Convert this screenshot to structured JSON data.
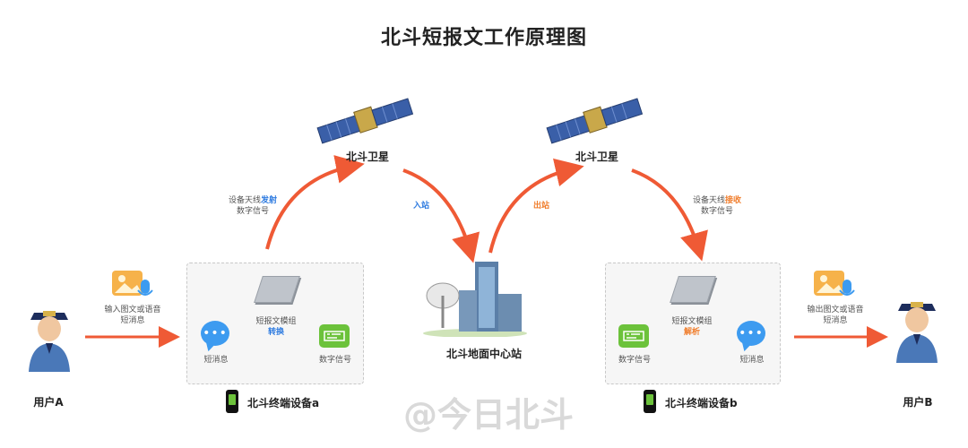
{
  "title": "北斗短报文工作原理图",
  "satellite_left": {
    "label": "北斗卫星"
  },
  "satellite_right": {
    "label": "北斗卫星"
  },
  "arrow_labels": {
    "uplink_line1_prefix": "设备天线",
    "uplink_line1_highlight": "发射",
    "uplink_line2": "数字信号",
    "inbound": "入站",
    "outbound": "出站",
    "downlink_line1_prefix": "设备天线",
    "downlink_line1_highlight": "接收",
    "downlink_line2": "数字信号"
  },
  "user_a": {
    "label": "用户A",
    "input_line1": "输入图文或语音",
    "input_line2": "短消息"
  },
  "user_b": {
    "label": "用户B",
    "output_line1": "输出图文或语音",
    "output_line2": "短消息"
  },
  "device_a": {
    "label": "北斗终端设备a",
    "module_label": "短报文模组",
    "module_action": "转换",
    "message_label": "短消息",
    "signal_label": "数字信号"
  },
  "device_b": {
    "label": "北斗终端设备b",
    "module_label": "短报文模组",
    "module_action": "解析",
    "signal_label": "数字信号",
    "message_label": "短消息"
  },
  "ground_station": {
    "label": "北斗地面中心站"
  },
  "watermark": "@今日北斗",
  "colors": {
    "arrow": "#ef5a35",
    "blue_accent": "#2e7be0",
    "orange_accent": "#f07c2a",
    "message_bubble": "#3d9bf0",
    "signal_icon": "#6cc23b"
  }
}
